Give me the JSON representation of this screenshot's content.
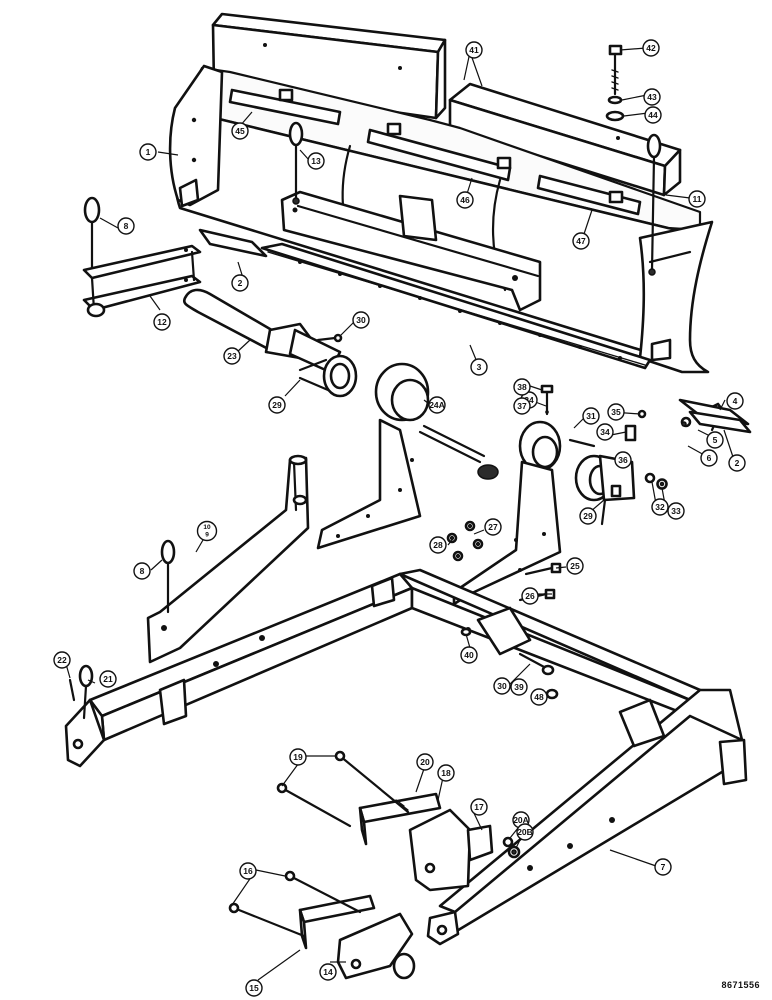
{
  "drawing_id": "8671556",
  "callouts": [
    {
      "id": "c1",
      "label": "1"
    },
    {
      "id": "c2a",
      "label": "2"
    },
    {
      "id": "c2b",
      "label": "2"
    },
    {
      "id": "c3",
      "label": "3"
    },
    {
      "id": "c4",
      "label": "4"
    },
    {
      "id": "c5",
      "label": "5"
    },
    {
      "id": "c6",
      "label": "6"
    },
    {
      "id": "c7",
      "label": "7"
    },
    {
      "id": "c8a",
      "label": "8"
    },
    {
      "id": "c8b",
      "label": "8"
    },
    {
      "id": "c10",
      "label": "10\n9"
    },
    {
      "id": "c11",
      "label": "11"
    },
    {
      "id": "c12",
      "label": "12"
    },
    {
      "id": "c13",
      "label": "13"
    },
    {
      "id": "c14",
      "label": "14"
    },
    {
      "id": "c15",
      "label": "15"
    },
    {
      "id": "c16",
      "label": "16"
    },
    {
      "id": "c17",
      "label": "17"
    },
    {
      "id": "c18",
      "label": "18"
    },
    {
      "id": "c19",
      "label": "19"
    },
    {
      "id": "c20",
      "label": "20"
    },
    {
      "id": "c20a",
      "label": "20A"
    },
    {
      "id": "c20b",
      "label": "20B"
    },
    {
      "id": "c21",
      "label": "21"
    },
    {
      "id": "c22",
      "label": "22"
    },
    {
      "id": "c23",
      "label": "23"
    },
    {
      "id": "c24",
      "label": "24"
    },
    {
      "id": "c24a",
      "label": "24A"
    },
    {
      "id": "c25",
      "label": "25"
    },
    {
      "id": "c26",
      "label": "26"
    },
    {
      "id": "c27",
      "label": "27"
    },
    {
      "id": "c28",
      "label": "28"
    },
    {
      "id": "c29a",
      "label": "29"
    },
    {
      "id": "c29b",
      "label": "29"
    },
    {
      "id": "c30a",
      "label": "30"
    },
    {
      "id": "c30b",
      "label": "30"
    },
    {
      "id": "c31",
      "label": "31"
    },
    {
      "id": "c32",
      "label": "32"
    },
    {
      "id": "c33",
      "label": "33"
    },
    {
      "id": "c34",
      "label": "34"
    },
    {
      "id": "c35",
      "label": "35"
    },
    {
      "id": "c36",
      "label": "36"
    },
    {
      "id": "c37",
      "label": "37"
    },
    {
      "id": "c38",
      "label": "38"
    },
    {
      "id": "c39",
      "label": "39"
    },
    {
      "id": "c40",
      "label": "40"
    },
    {
      "id": "c41",
      "label": "41"
    },
    {
      "id": "c42",
      "label": "42"
    },
    {
      "id": "c43",
      "label": "43"
    },
    {
      "id": "c44",
      "label": "44"
    },
    {
      "id": "c45",
      "label": "45"
    },
    {
      "id": "c46",
      "label": "46"
    },
    {
      "id": "c47",
      "label": "47"
    },
    {
      "id": "c48",
      "label": "48"
    }
  ]
}
